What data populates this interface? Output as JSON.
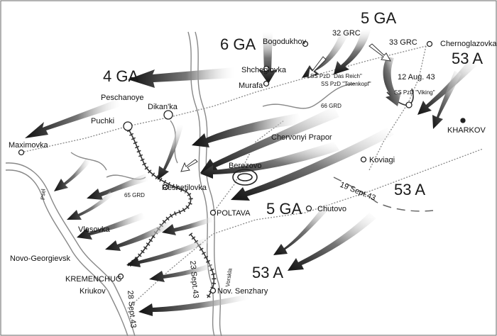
{
  "armies": {
    "ga6": "6 GA",
    "ga5_top": "5 GA",
    "ga4": "4 GA",
    "a53_top": "53 A",
    "a53_mid": "53 A",
    "ga5_mid": "5 GA",
    "a53_bottom": "53 A"
  },
  "corps": {
    "grc32": "32 GRC",
    "grc33": "33 GRC",
    "grd66": "66 GRD",
    "grd65": "65 GRD"
  },
  "german_units": {
    "das_reich": "SS PzD \"Das Reich\"",
    "totenkopf": "SS PzD \"Totenkopf\"",
    "viking": "SS PzD \"Viking\""
  },
  "towns": {
    "bogodukhov": "Bogodukhov",
    "chernoglazovka": "Chernoglazovka",
    "shcheglovka": "Shcheglovka",
    "murafa": "Murafa",
    "peschanoye": "Peschanoye",
    "dikanka": "Dikan'ka",
    "puchki": "Puchki",
    "maximovka": "Maximovka",
    "chervonyi_prapor": "Chervonyi Prapor",
    "kharkov": "KHARKOV",
    "koviagi": "Koviagi",
    "berezovo": "Berezovo",
    "reshetilovka": "Reshetilovka",
    "poltava": "POLTAVA",
    "chutovo": "Chutovo",
    "vlasovka": "Vlasovka",
    "novo_georgievsk": "Novo-Georgievsk",
    "kremenchug": "KREMENCHUG",
    "kriukov": "Kriukov",
    "nov_senzhary": "Nov. Senzhary"
  },
  "rivers": {
    "vorskla": "Vorskla",
    "psel": "Psel"
  },
  "dates": {
    "aug12": "12 Aug. 43",
    "sep19": "19 Sept.43",
    "sep23": "23 Sept.43",
    "sep28": "28 Sept.43"
  }
}
